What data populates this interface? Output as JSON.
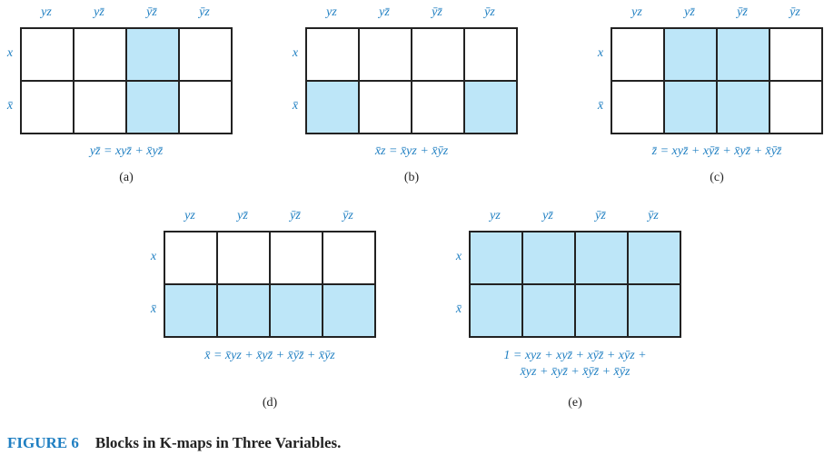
{
  "col_headers": [
    "yz",
    "yz̄",
    "ȳz̄",
    "ȳz"
  ],
  "row_headers": [
    "x",
    "x̄"
  ],
  "maps": [
    {
      "id": "a",
      "caption": "(a)",
      "formula": [
        "yz̄ = xyz̄ + x̄yz̄"
      ],
      "filled": [
        [
          0,
          0,
          1,
          0
        ],
        [
          0,
          0,
          1,
          0
        ]
      ]
    },
    {
      "id": "b",
      "caption": "(b)",
      "formula": [
        "x̄z = x̄yz + x̄ȳz"
      ],
      "filled": [
        [
          0,
          0,
          0,
          0
        ],
        [
          1,
          0,
          0,
          1
        ]
      ]
    },
    {
      "id": "c",
      "caption": "(c)",
      "formula": [
        "z̄ = xyz̄ + xȳz̄ + x̄yz̄ + x̄ȳz̄"
      ],
      "filled": [
        [
          0,
          1,
          1,
          0
        ],
        [
          0,
          1,
          1,
          0
        ]
      ]
    },
    {
      "id": "d",
      "caption": "(d)",
      "formula": [
        "x̄ = x̄yz + x̄yz̄ + x̄ȳz̄ + x̄ȳz"
      ],
      "filled": [
        [
          0,
          0,
          0,
          0
        ],
        [
          1,
          1,
          1,
          1
        ]
      ]
    },
    {
      "id": "e",
      "caption": "(e)",
      "formula": [
        "1 = xyz + xyz̄ + xȳz̄ + xȳz +",
        "x̄yz + x̄yz̄ + x̄ȳz̄ + x̄ȳz"
      ],
      "filled": [
        [
          1,
          1,
          1,
          1
        ],
        [
          1,
          1,
          1,
          1
        ]
      ]
    }
  ],
  "figure": {
    "number": "FIGURE 6",
    "title": "Blocks in K-maps in Three Variables."
  }
}
